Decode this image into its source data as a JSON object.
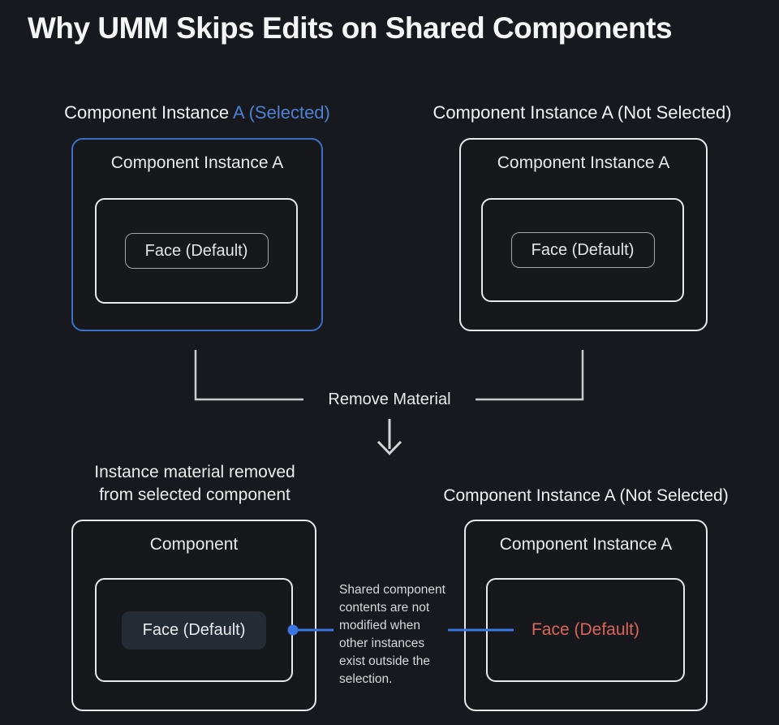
{
  "title": "Why UMM Skips Edits on Shared Components",
  "colors": {
    "background": "#17191e",
    "selected_text_blue": "#4d80d2",
    "selected_border_blue": "#3b70c6",
    "link_line_blue": "#3b74e2",
    "removed_material_red": "#d9655c",
    "box_border_white": "#e8e9ea",
    "connector_gray": "#c9cbcd"
  },
  "top_section": {
    "left": {
      "heading_prefix": "Component Instance ",
      "heading_highlight": "A (Selected)",
      "box_label": "Component Instance A",
      "face_label": "Face (Default)"
    },
    "right": {
      "heading": "Component Instance A (Not Selected)",
      "box_label": "Component Instance A",
      "face_label": "Face (Default)"
    }
  },
  "connector": {
    "label": "Remove Material",
    "arrow_icon": "down-arrow"
  },
  "bottom_section": {
    "left": {
      "heading": "Instance material removed\nfrom selected component",
      "box_label": "Component",
      "face_label": "Face (Default)"
    },
    "right": {
      "heading": "Component Instance A (Not Selected)",
      "box_label": "Component Instance A",
      "face_label": "Face (Default)"
    },
    "annotation": "Shared component\ncontents are not\nmodified when\nother instances\nexist outside the\nselection."
  }
}
